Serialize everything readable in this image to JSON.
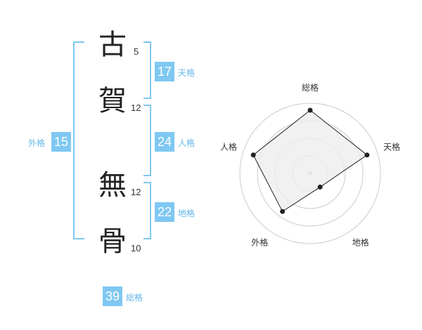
{
  "name": {
    "chars": [
      {
        "char": "古",
        "strokes": "5"
      },
      {
        "char": "賀",
        "strokes": "12"
      },
      {
        "char": "無",
        "strokes": "12"
      },
      {
        "char": "骨",
        "strokes": "10"
      }
    ]
  },
  "kakusu": {
    "tenkaku": {
      "value": "17",
      "label": "天格"
    },
    "jinkaku": {
      "value": "24",
      "label": "人格"
    },
    "chikaku": {
      "value": "22",
      "label": "地格"
    },
    "gaikaku": {
      "value": "15",
      "label": "外格"
    },
    "soukaku": {
      "value": "39",
      "label": "総格"
    }
  },
  "chart_data": {
    "type": "radar",
    "axes": [
      "総格",
      "天格",
      "地格",
      "外格",
      "人格"
    ],
    "values": [
      0.9,
      0.85,
      0.24,
      0.67,
      0.85
    ],
    "max": 1,
    "rings": 4,
    "colors": {
      "fill": "#ededed",
      "ring": "#cccccc",
      "line": "#222222",
      "point": "#222222"
    }
  },
  "colors": {
    "accent": "#7fc8f2",
    "bracket": "#7fc8f2",
    "accent_text": "#64b6e8"
  }
}
